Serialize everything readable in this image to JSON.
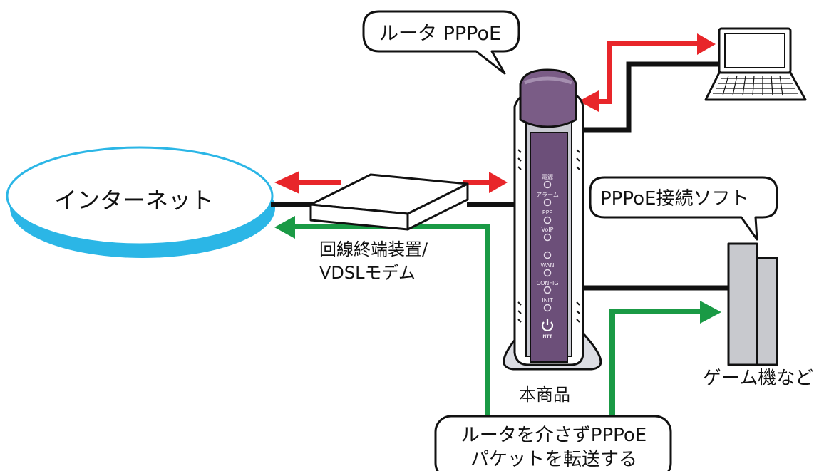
{
  "callouts": {
    "router_pppoe": "ルータ PPPoE",
    "pppoe_software": "PPPoE接続ソフト",
    "passthrough_line1": "ルータを介さずPPPoE",
    "passthrough_line2": "パケットを転送する"
  },
  "nodes": {
    "internet": "インターネット",
    "onu_line1": "回線終端装置/",
    "onu_line2": "VDSLモデム",
    "product": "本商品",
    "game_device": "ゲーム機など"
  },
  "router_leds": {
    "power": "電源",
    "alarm": "アラーム",
    "ppp": "PPP",
    "voip": "VoIP",
    "wan": "WAN",
    "config": "CONFIG",
    "init": "INIT",
    "brand": "NTT"
  },
  "colors": {
    "router_flow": "#e8262a",
    "passthrough_flow": "#1a9a45",
    "cable": "#111111",
    "cloud_shadow": "#2bb6e6",
    "router_body": "#7a5c86"
  }
}
